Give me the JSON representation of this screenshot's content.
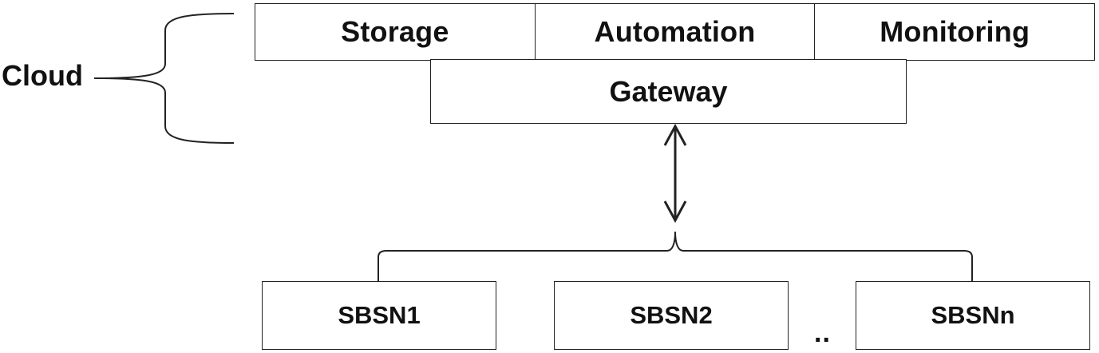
{
  "cloud": {
    "label": "Cloud",
    "services": [
      {
        "label": "Storage"
      },
      {
        "label": "Automation"
      },
      {
        "label": "Monitoring"
      }
    ],
    "gateway": "Gateway"
  },
  "nodes": [
    {
      "label": "SBSN1"
    },
    {
      "label": "SBSN2"
    },
    {
      "label": "SBSNn"
    }
  ],
  "ellipsis": ".."
}
